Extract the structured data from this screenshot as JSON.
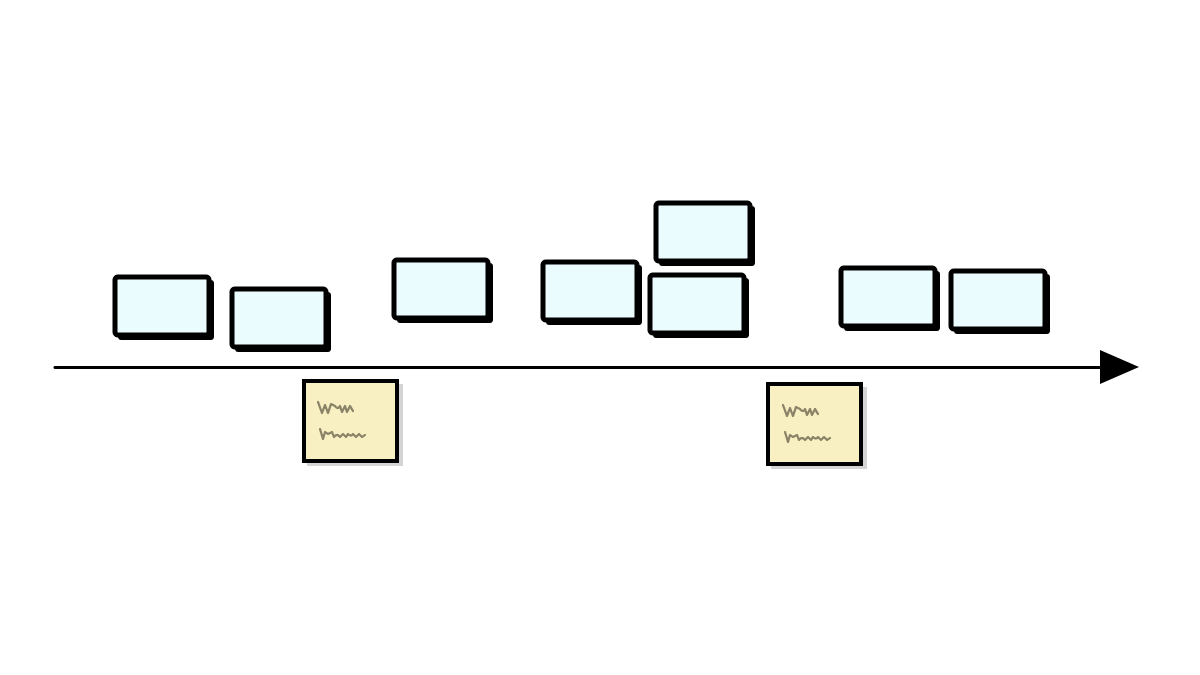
{
  "diagram": {
    "type": "timeline",
    "colors": {
      "background": "#ffffff",
      "axis": "#000000",
      "card_fill": "#ebfcff",
      "card_border": "#000000",
      "note_fill": "#f8f0c2",
      "note_border": "#000000",
      "note_scribble": "#8a8368"
    },
    "axis": {
      "direction": "left-to-right",
      "arrowhead": "right"
    },
    "events": [
      {
        "id": "card-1"
      },
      {
        "id": "card-2"
      },
      {
        "id": "card-3"
      },
      {
        "id": "card-4"
      },
      {
        "id": "card-5"
      },
      {
        "id": "card-6"
      },
      {
        "id": "card-7"
      },
      {
        "id": "card-8"
      }
    ],
    "notes": [
      {
        "id": "note-1",
        "content": "illegible-scribble"
      },
      {
        "id": "note-2",
        "content": "illegible-scribble"
      }
    ]
  }
}
